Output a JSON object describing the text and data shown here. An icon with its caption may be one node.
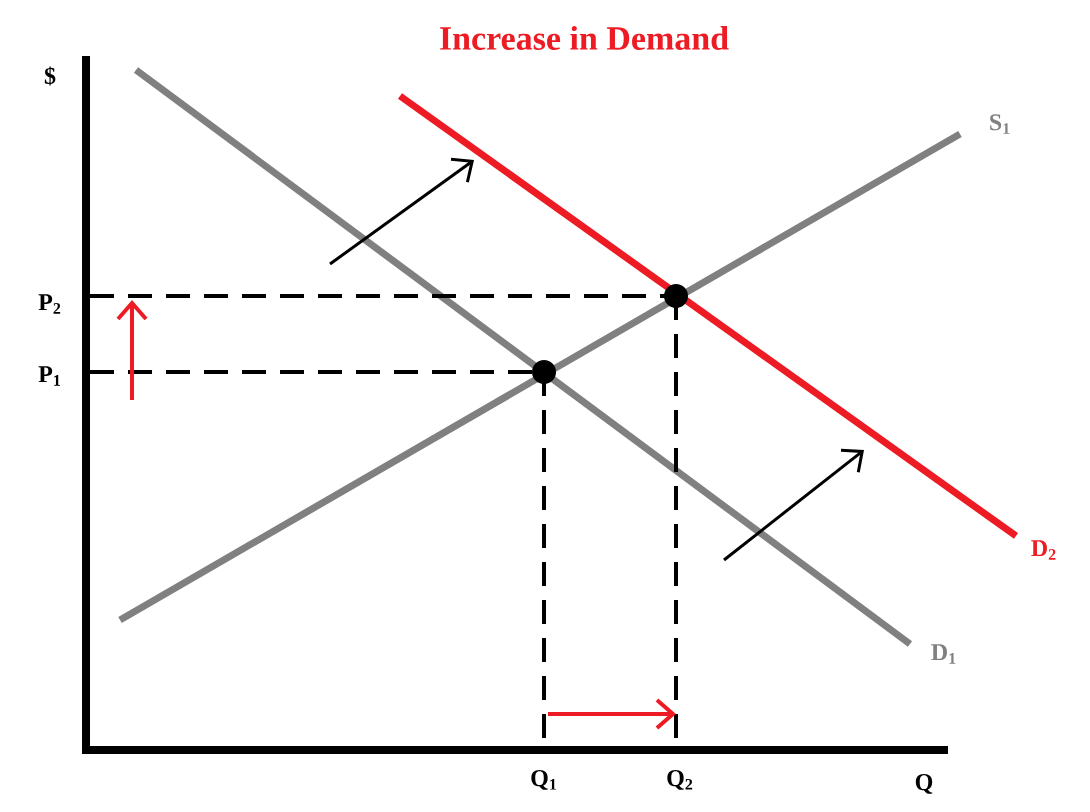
{
  "diagram": {
    "title": "Increase in Demand",
    "labels": [
      "$",
      "S$_{1}$",
      "P$_{2}$",
      "P$_{1}$",
      "D$_{2}$",
      "D$_{1}$",
      "Q$_{1}$",
      "Q$_{2}$",
      "Q"
    ]
  }
}
